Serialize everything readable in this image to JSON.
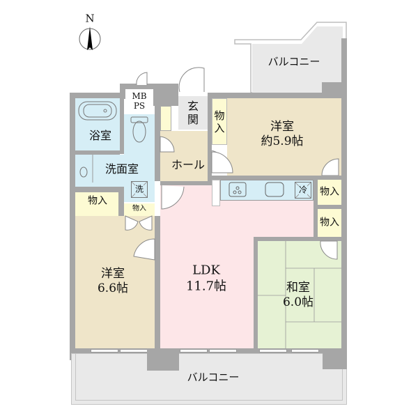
{
  "compass": {
    "label": "N"
  },
  "colors": {
    "wall": "#a6a6a6",
    "western_room": "#efe5c9",
    "ldk": "#fde6e8",
    "japanese_room": "#e6f2d4",
    "wet_area": "#d6eef6",
    "storage": "#fdfbd3",
    "entrance": "#e8e8e8",
    "balcony": "#e9e9e9"
  },
  "rooms": {
    "balcony_north": {
      "label": "バルコニー"
    },
    "mbps": {
      "label_line1": "MB",
      "label_line2": "PS"
    },
    "entrance": {
      "label_line1": "玄",
      "label_line2": "関"
    },
    "storage_north": {
      "label_line1": "物",
      "label_line2": "入"
    },
    "western_north": {
      "label": "洋室",
      "size": "約5.9帖"
    },
    "bathroom": {
      "label": "浴室"
    },
    "washroom": {
      "label": "洗面室",
      "washer_label": "洗"
    },
    "hall": {
      "label": "ホール"
    },
    "kitchen": {
      "fridge_label": "冷"
    },
    "storage_east_1": {
      "label": "物入"
    },
    "storage_east_2": {
      "label": "物入"
    },
    "storage_west": {
      "label": "物入"
    },
    "storage_small": {
      "label": "物入"
    },
    "western_west": {
      "label": "洋室",
      "size": "6.6帖"
    },
    "ldk": {
      "label": "LDK",
      "size": "11.7帖"
    },
    "japanese_room": {
      "label": "和室",
      "size": "6.0帖"
    },
    "balcony_south": {
      "label": "バルコニー"
    }
  }
}
